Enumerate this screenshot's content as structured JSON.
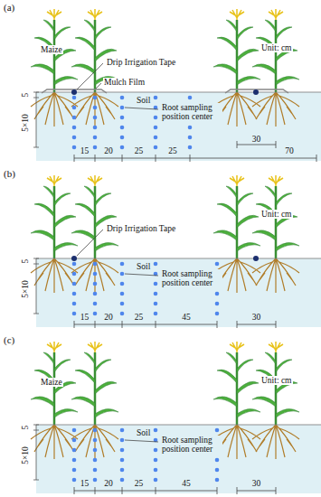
{
  "diagram": {
    "labels": [
      "(a)",
      "Maize",
      "Drip Irrigation Tape",
      "Unit: cm",
      "Mulch Film",
      "Soil",
      "Root sampling position center",
      "30",
      "70",
      "5",
      "5×10",
      "15",
      "20",
      "25",
      "25",
      "(b)",
      "Drip Irrigation Tape",
      "Unit: cm",
      "Soil",
      "Root sampling position center",
      "30",
      "5",
      "5×10",
      "15",
      "20",
      "25",
      "45",
      "(c)",
      "Maize",
      "Unit: cm",
      "Soil",
      "Root sampling position center",
      "30",
      "5",
      "5×10",
      "15",
      "20",
      "25",
      "45"
    ]
  }
}
